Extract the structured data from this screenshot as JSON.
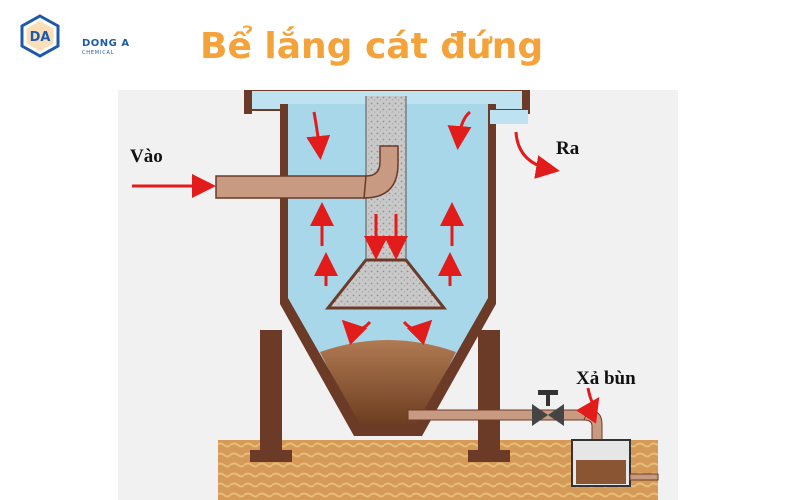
{
  "brand": {
    "name": "DONG A",
    "subtitle": "CHEMICAL",
    "monogram": "DA"
  },
  "title": "Bể lắng cát đứng",
  "labels": {
    "inlet": "Vào",
    "outlet": "Ra",
    "sludge": "Xả bùn"
  },
  "colors": {
    "title": "#f4a23a",
    "tank_wall": "#6b3b28",
    "water": "#a9d7ea",
    "pipe": "#c99a82",
    "sludge": "#8a5532",
    "flow_arrow": "#e21b1b",
    "ground": "#d59a58"
  }
}
